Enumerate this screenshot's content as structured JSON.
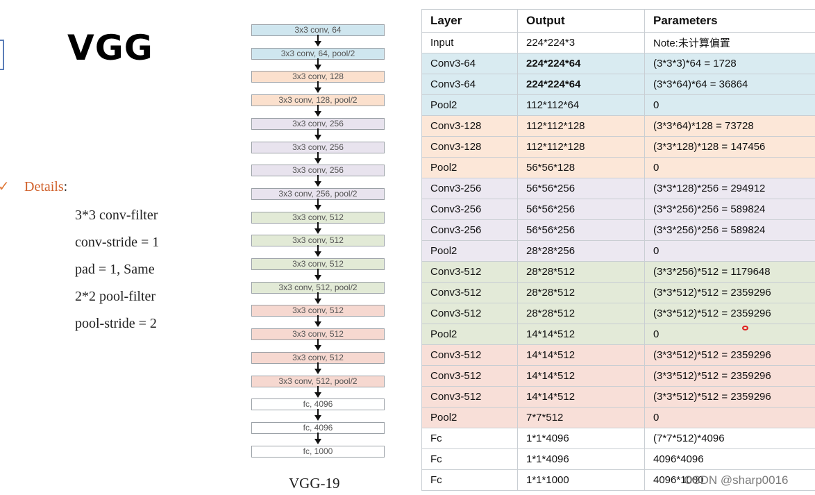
{
  "slide": {
    "title": "VGG",
    "details_heading": "Details",
    "details_colon": ":",
    "details_items": [
      "3*3 conv-filter",
      "conv-stride = 1",
      "pad = 1, Same",
      "2*2 pool-filter",
      "pool-stride = 2"
    ]
  },
  "diagram": {
    "caption": "VGG-19",
    "layers": [
      {
        "label": "3x3 conv, 64",
        "color": "#cfe6ef"
      },
      {
        "label": "3x3 conv, 64, pool/2",
        "color": "#cfe6ef"
      },
      {
        "label": "3x3 conv, 128",
        "color": "#fbe0cd"
      },
      {
        "label": "3x3 conv, 128, pool/2",
        "color": "#fbe0cd"
      },
      {
        "label": "3x3 conv, 256",
        "color": "#e8e3ee"
      },
      {
        "label": "3x3 conv, 256",
        "color": "#e8e3ee"
      },
      {
        "label": "3x3 conv, 256",
        "color": "#e8e3ee"
      },
      {
        "label": "3x3 conv, 256, pool/2",
        "color": "#e8e3ee"
      },
      {
        "label": "3x3 conv, 512",
        "color": "#e2ead6"
      },
      {
        "label": "3x3 conv, 512",
        "color": "#e2ead6"
      },
      {
        "label": "3x3 conv, 512",
        "color": "#e2ead6"
      },
      {
        "label": "3x3 conv, 512, pool/2",
        "color": "#e2ead6"
      },
      {
        "label": "3x3 conv, 512",
        "color": "#f6d8d0"
      },
      {
        "label": "3x3 conv, 512",
        "color": "#f6d8d0"
      },
      {
        "label": "3x3 conv, 512",
        "color": "#f6d8d0"
      },
      {
        "label": "3x3 conv, 512, pool/2",
        "color": "#f6d8d0"
      },
      {
        "label": "fc, 4096",
        "color": "#ffffff"
      },
      {
        "label": "fc, 4096",
        "color": "#ffffff"
      },
      {
        "label": "fc, 1000",
        "color": "#ffffff"
      }
    ]
  },
  "table": {
    "headers": [
      "Layer",
      "Output",
      "Parameters"
    ],
    "rows": [
      {
        "layer": "Input",
        "output": "224*224*3",
        "params": "Note:未计算偏置",
        "color": "#ffffff",
        "bold_output": false
      },
      {
        "layer": "Conv3-64",
        "output": "224*224*64",
        "params": "(3*3*3)*64 = 1728",
        "color": "#d9ebf1",
        "bold_output": true
      },
      {
        "layer": "Conv3-64",
        "output": "224*224*64",
        "params": "(3*3*64)*64 = 36864",
        "color": "#d9ebf1",
        "bold_output": true
      },
      {
        "layer": "Pool2",
        "output": "112*112*64",
        "params": "0",
        "color": "#d9ebf1",
        "bold_output": false
      },
      {
        "layer": "Conv3-128",
        "output": "112*112*128",
        "params": "(3*3*64)*128 = 73728",
        "color": "#fce7d8",
        "bold_output": false
      },
      {
        "layer": "Conv3-128",
        "output": "112*112*128",
        "params": "(3*3*128)*128 = 147456",
        "color": "#fce7d8",
        "bold_output": false
      },
      {
        "layer": "Pool2",
        "output": "56*56*128",
        "params": "0",
        "color": "#fce7d8",
        "bold_output": false
      },
      {
        "layer": "Conv3-256",
        "output": "56*56*256",
        "params": "(3*3*128)*256 = 294912",
        "color": "#ece8f1",
        "bold_output": false
      },
      {
        "layer": "Conv3-256",
        "output": "56*56*256",
        "params": "(3*3*256)*256 = 589824",
        "color": "#ece8f1",
        "bold_output": false
      },
      {
        "layer": "Conv3-256",
        "output": "56*56*256",
        "params": "(3*3*256)*256 = 589824",
        "color": "#ece8f1",
        "bold_output": false
      },
      {
        "layer": "Pool2",
        "output": "28*28*256",
        "params": "0",
        "color": "#ece8f1",
        "bold_output": false
      },
      {
        "layer": "Conv3-512",
        "output": "28*28*512",
        "params": "(3*3*256)*512 = 1179648",
        "color": "#e3ead8",
        "bold_output": false
      },
      {
        "layer": "Conv3-512",
        "output": "28*28*512",
        "params": "(3*3*512)*512 = 2359296",
        "color": "#e3ead8",
        "bold_output": false
      },
      {
        "layer": "Conv3-512",
        "output": "28*28*512",
        "params": "(3*3*512)*512 = 2359296",
        "color": "#e3ead8",
        "bold_output": false
      },
      {
        "layer": "Pool2",
        "output": "14*14*512",
        "params": "0",
        "color": "#e3ead8",
        "bold_output": false
      },
      {
        "layer": "Conv3-512",
        "output": "14*14*512",
        "params": "(3*3*512)*512 = 2359296",
        "color": "#f8dfd8",
        "bold_output": false
      },
      {
        "layer": "Conv3-512",
        "output": "14*14*512",
        "params": "(3*3*512)*512 = 2359296",
        "color": "#f8dfd8",
        "bold_output": false
      },
      {
        "layer": "Conv3-512",
        "output": "14*14*512",
        "params": "(3*3*512)*512 = 2359296",
        "color": "#f8dfd8",
        "bold_output": false
      },
      {
        "layer": "Pool2",
        "output": "7*7*512",
        "params": "0",
        "color": "#f8dfd8",
        "bold_output": false
      },
      {
        "layer": "Fc",
        "output": "1*1*4096",
        "params": "(7*7*512)*4096",
        "color": "#ffffff",
        "bold_output": false
      },
      {
        "layer": "Fc",
        "output": "1*1*4096",
        "params": "4096*4096",
        "color": "#ffffff",
        "bold_output": false
      },
      {
        "layer": "Fc",
        "output": "1*1*1000",
        "params": "4096*1000",
        "color": "#ffffff",
        "bold_output": false
      }
    ]
  },
  "watermark": "CSDN @sharp0016"
}
